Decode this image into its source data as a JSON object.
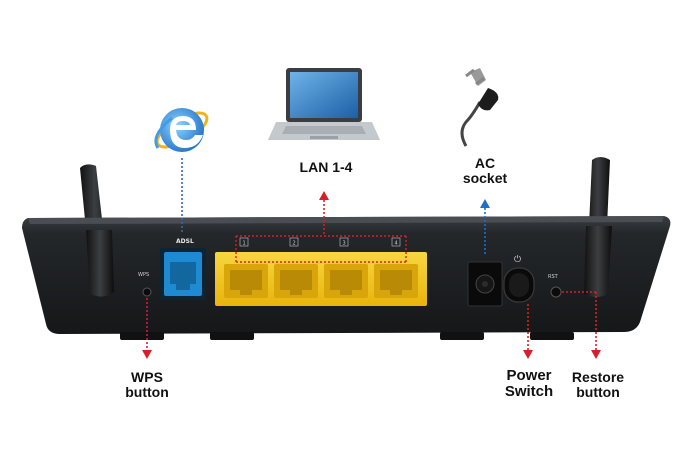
{
  "labels": {
    "lan": "LAN 1-4",
    "ac_line1": "AC",
    "ac_line2": "socket",
    "wps_line1": "WPS",
    "wps_line2": "button",
    "power_line1": "Power",
    "power_line2": "Switch",
    "restore_line1": "Restore",
    "restore_line2": "button"
  },
  "panel_labels": {
    "adsl": "ADSL",
    "wps": "WPS",
    "lan_numbers": [
      "1",
      "2",
      "3",
      "4"
    ],
    "power_icon": "⏻",
    "restore": "RST"
  },
  "icons": {
    "internet": "internet-explorer-icon",
    "laptop": "laptop-icon",
    "plug": "power-plug-icon"
  },
  "colors": {
    "router_body": "#1e2124",
    "adsl_port": "#1e8ad1",
    "lan_ports": "#f2c21a",
    "arrow_red": "#d61f26",
    "arrow_blue": "#1e6fc8"
  }
}
